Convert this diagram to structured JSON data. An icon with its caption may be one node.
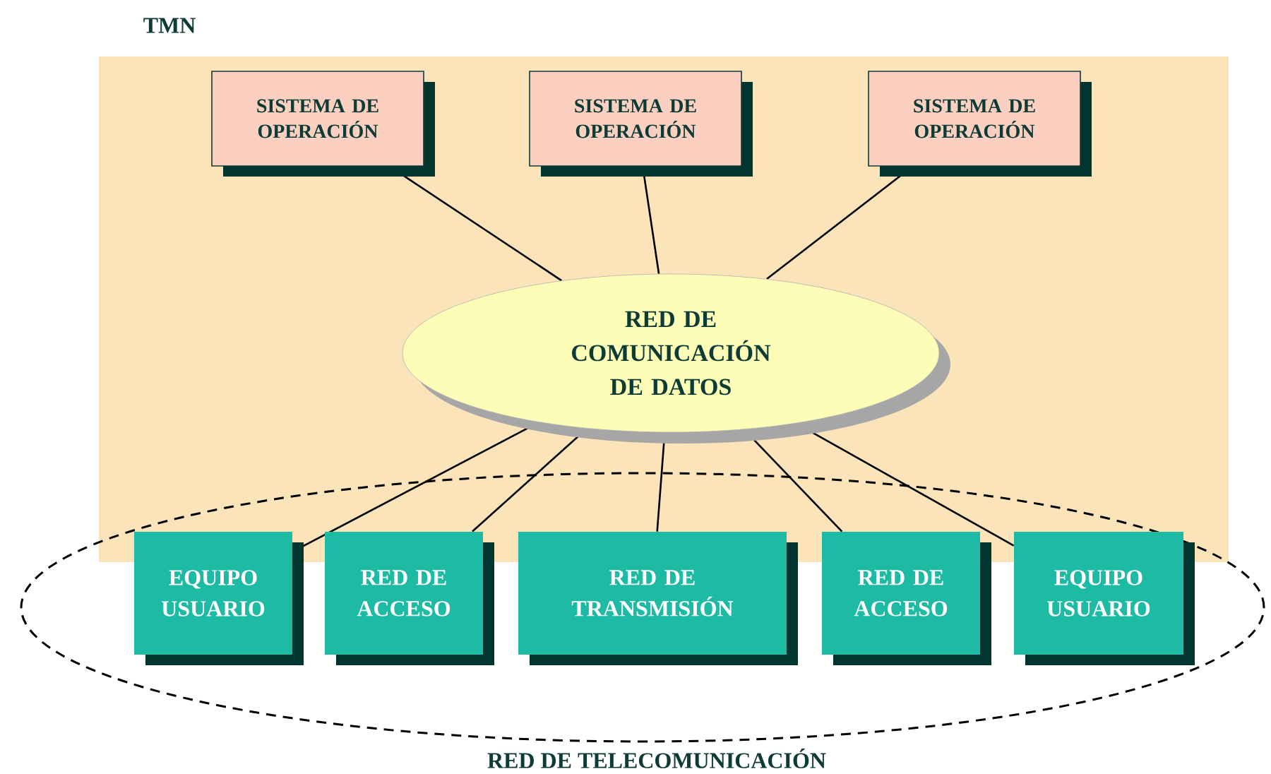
{
  "diagram": {
    "nodes": [
      {
        "text": [
          "TMN"
        ]
      },
      {
        "text": [
          "SISTEMA DE OPERACIÓN"
        ],
        "in": 0
      },
      {
        "text": [
          "SISTEMA DE OPERACIÓN"
        ],
        "in": 0
      },
      {
        "text": [
          "SISTEMA DE OPERACIÓN"
        ],
        "in": 0
      },
      {
        "text": [
          "RED DE COMUNICACIÓN DE DATOS"
        ],
        "in": 0
      },
      {
        "text": [
          "RED DE TELECOMUNICACIÓN"
        ]
      },
      {
        "text": [
          "EQUIPO USUARIO"
        ],
        "in": 5
      },
      {
        "text": [
          "RED DE ACCESO"
        ],
        "in": 5
      },
      {
        "text": [
          "RED DE TRANSMISIÓN"
        ],
        "in": 5
      },
      {
        "text": [
          "RED DE ACCESO"
        ],
        "in": 5
      },
      {
        "text": [
          "EQUIPO USUARIO"
        ],
        "in": 5
      }
    ],
    "edges": [
      {
        "from": 1,
        "to": 4,
        "arrow": "none"
      },
      {
        "from": 2,
        "to": 4,
        "arrow": "none"
      },
      {
        "from": 3,
        "to": 4,
        "arrow": "none"
      },
      {
        "from": 4,
        "to": 6,
        "arrow": "none"
      },
      {
        "from": 4,
        "to": 7,
        "arrow": "none"
      },
      {
        "from": 4,
        "to": 8,
        "arrow": "none"
      },
      {
        "from": 4,
        "to": 9,
        "arrow": "none"
      },
      {
        "from": 4,
        "to": 10,
        "arrow": "none"
      }
    ]
  }
}
